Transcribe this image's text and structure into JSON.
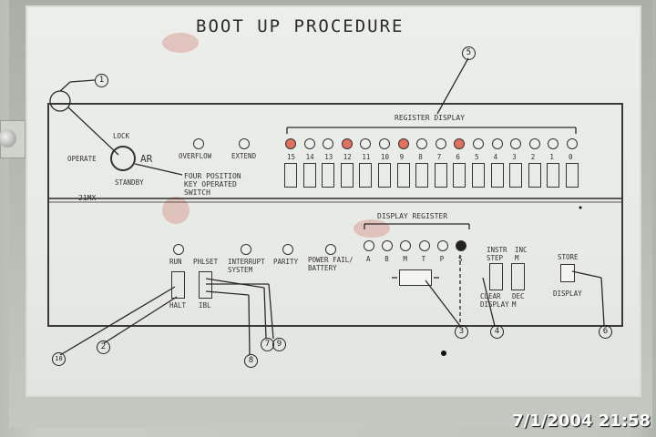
{
  "title": "BOOT UP PROCEDURE",
  "timestamp": "7/1/2004 21:58",
  "panel": {
    "model": "21MX",
    "key_switch": {
      "lock": "LOCK",
      "operate": "OPERATE",
      "standby": "STANDBY",
      "ar": "AR",
      "desc": [
        "FOUR POSITION",
        "KEY OPERATED",
        "SWITCH"
      ]
    },
    "overflow": "OVERFLOW",
    "extend": "EXTEND",
    "register_display": "REGISTER DISPLAY",
    "bits": [
      "15",
      "14",
      "13",
      "12",
      "11",
      "10",
      "9",
      "8",
      "7",
      "6",
      "5",
      "4",
      "3",
      "2",
      "1",
      "0"
    ],
    "lit_bits": [
      true,
      false,
      false,
      true,
      false,
      false,
      true,
      false,
      false,
      true,
      false,
      false,
      false,
      false,
      false,
      false
    ],
    "display_register": "DISPLAY REGISTER",
    "run": "RUN",
    "halt": "HALT",
    "phlset": "PHLSET",
    "ibl": "IBL",
    "interrupt": [
      "INTERRUPT",
      "SYSTEM"
    ],
    "parity": "PARITY",
    "power": [
      "POWER FAIL/",
      "BATTERY"
    ],
    "reg_letters": [
      "A",
      "B",
      "M",
      "T",
      "P",
      "S"
    ],
    "instr": [
      "INSTR",
      "STEP"
    ],
    "inc": [
      "INC",
      "M"
    ],
    "clear": [
      "CLEAR",
      "DISPLAY"
    ],
    "dec": [
      "DEC",
      "M"
    ],
    "store": "STORE",
    "display": "DISPLAY"
  },
  "callouts": [
    "1",
    "5",
    "3",
    "4",
    "6",
    "10",
    "2",
    "8",
    "7",
    "9"
  ]
}
